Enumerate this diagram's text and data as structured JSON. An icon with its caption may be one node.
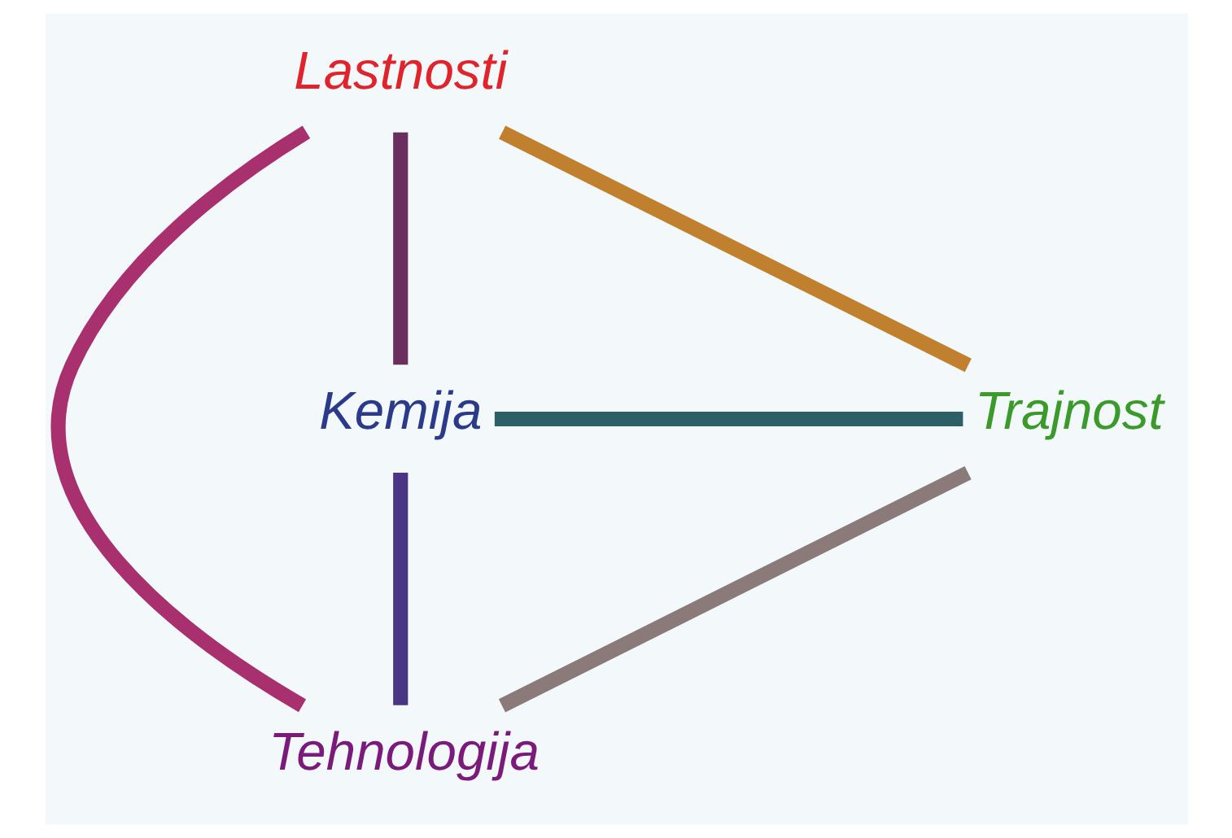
{
  "diagram": {
    "nodes": [
      {
        "text": [
          "Lastnosti"
        ]
      },
      {
        "text": [
          "Tehnologija"
        ]
      },
      {
        "text": [
          "Kemija"
        ]
      },
      {
        "text": [
          "Trajnost"
        ]
      }
    ],
    "edges": [
      {
        "from": 0,
        "to": 2,
        "arrow": "none",
        "color": "#6a2f5e"
      },
      {
        "from": 0,
        "to": 3,
        "arrow": "none",
        "color": "#c0802e"
      },
      {
        "from": 0,
        "to": 1,
        "arrow": "none",
        "color": "#a8306e"
      },
      {
        "from": 2,
        "to": 3,
        "arrow": "none",
        "color": "#2d5f66"
      },
      {
        "from": 2,
        "to": 1,
        "arrow": "none",
        "color": "#4a3585"
      },
      {
        "from": 3,
        "to": 1,
        "arrow": "none",
        "color": "#8a7a7a"
      }
    ]
  }
}
